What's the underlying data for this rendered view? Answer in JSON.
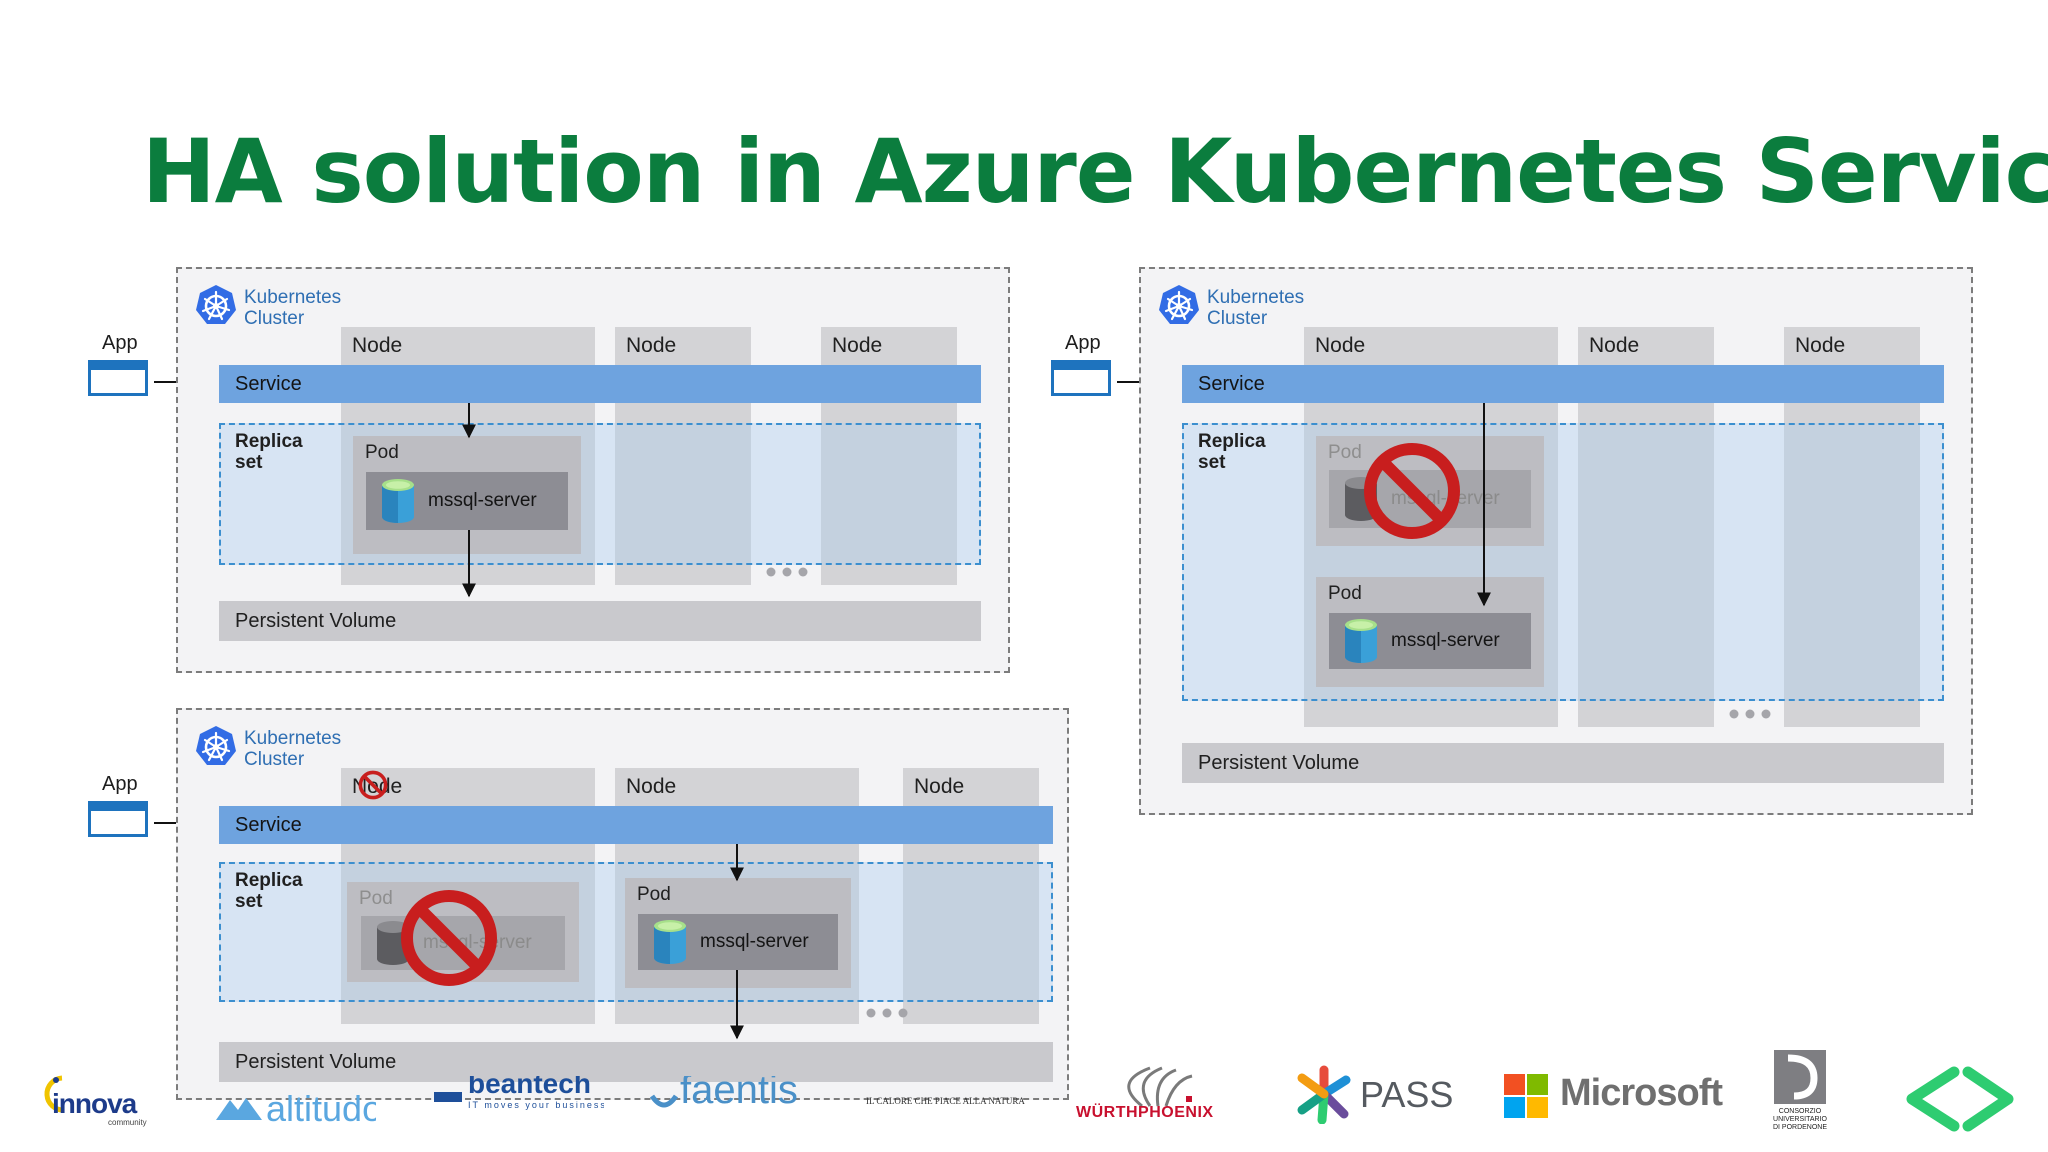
{
  "slide": {
    "title": "HA solution in Azure Kubernetes Service"
  },
  "labels": {
    "app": "App",
    "cluster_line1": "Kubernetes",
    "cluster_line2": "Cluster",
    "node": "Node",
    "service": "Service",
    "replica_line1": "Replica",
    "replica_line2": "set",
    "pod": "Pod",
    "container": "mssql-server",
    "persistent_volume": "Persistent Volume"
  },
  "colors": {
    "title": "#0b7d3e",
    "service": "#6ea3df",
    "app_window": "#1e73be",
    "prohibited": "#c81e1e"
  },
  "icons": [
    "kubernetes-icon",
    "database-icon",
    "app-window-icon",
    "prohibited-icon",
    "ellipsis-icon",
    "arrow-icon"
  ],
  "footer_logos": [
    {
      "name": "innova-logo",
      "text": "innova",
      "sub": "community"
    },
    {
      "name": "altitudo-logo",
      "text": "altitudo"
    },
    {
      "name": "beantech-logo",
      "text": "beantech",
      "sub": "IT moves your business"
    },
    {
      "name": "faentis-logo",
      "text": "faentis"
    },
    {
      "name": "calore-logo",
      "text": "IL CALORE CHE PIACE ALLA NATURA"
    },
    {
      "name": "wurthphoenix-logo",
      "text": "WÜRTHPHOENIX"
    },
    {
      "name": "pass-logo",
      "text": "PASS"
    },
    {
      "name": "microsoft-logo",
      "text": "Microsoft"
    },
    {
      "name": "consorzio-logo",
      "text": "CONSORZIO UNIVERSITARIO DI PORDENONE"
    },
    {
      "name": "code-brackets-logo",
      "text": ""
    }
  ]
}
